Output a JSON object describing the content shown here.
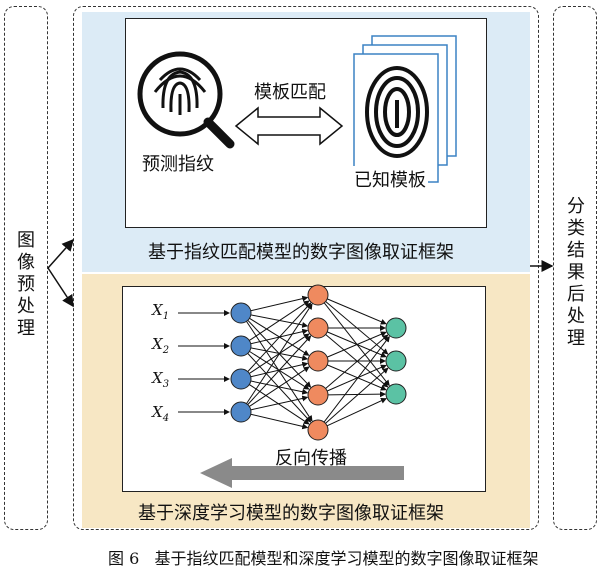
{
  "left_column": {
    "label": "图像预处理"
  },
  "right_column": {
    "label": "分类结果后处理"
  },
  "top_panel": {
    "caption": "基于指纹匹配模型的数字图像取证框架",
    "query_label": "预测指纹",
    "match_label": "模板匹配",
    "template_label": "已知模板",
    "background": "#dcebf6"
  },
  "bottom_panel": {
    "caption": "基于深度学习模型的数字图像取证框架",
    "backprop_label": "反向传播",
    "inputs": [
      {
        "base": "X",
        "sub": "1"
      },
      {
        "base": "X",
        "sub": "2"
      },
      {
        "base": "X",
        "sub": "3"
      },
      {
        "base": "X",
        "sub": "4"
      }
    ],
    "background": "#f7e7c4",
    "colors": {
      "input": "#4f87c8",
      "hidden": "#ef8a5f",
      "output": "#5bc2a4",
      "arrow": "#8a8a8a"
    }
  },
  "figure_caption": "图 6   基于指纹匹配模型和深度学习模型的数字图像取证框架"
}
